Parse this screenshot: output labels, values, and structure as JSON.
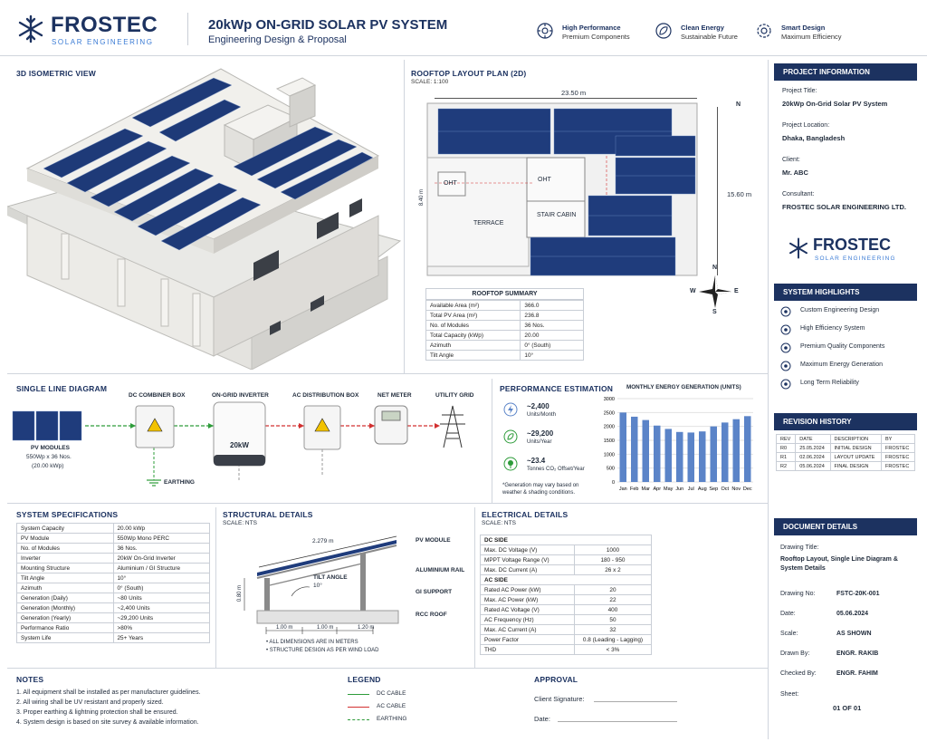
{
  "header": {
    "brand": "FROSTEC",
    "brand_sub": "SOLAR ENGINEERING",
    "title": "20kWp ON-GRID SOLAR PV SYSTEM",
    "subtitle": "Engineering Design & Proposal",
    "features": [
      {
        "icon": "gear-icon",
        "title": "High Performance",
        "sub": "Premium Components"
      },
      {
        "icon": "leaf-icon",
        "title": "Clean Energy",
        "sub": "Sustainable Future"
      },
      {
        "icon": "gear-icon",
        "title": "Smart Design",
        "sub": "Maximum Efficiency"
      }
    ]
  },
  "iso": {
    "title": "3D ISOMETRIC VIEW"
  },
  "layout": {
    "title": "ROOFTOP LAYOUT PLAN (2D)",
    "scale": "SCALE: 1:100",
    "dim_w": "23.50 m",
    "dim_h": "15.60 m",
    "dim_left": "8.40 m",
    "labels": {
      "oht1": "OHT",
      "oht2": "OHT",
      "terrace": "TERRACE",
      "stair": "STAIR CABIN"
    },
    "compass": {
      "n": "N",
      "s": "S",
      "e": "E",
      "w": "W",
      "n2": "N"
    }
  },
  "summary": {
    "title": "ROOFTOP SUMMARY",
    "rows": [
      [
        "Available Area (m²)",
        "366.0"
      ],
      [
        "Total PV Area (m²)",
        "236.8"
      ],
      [
        "No. of Modules",
        "36 Nos."
      ],
      [
        "Total Capacity (kWp)",
        "20.00"
      ],
      [
        "Azimuth",
        "0° (South)"
      ],
      [
        "Tilt Angle",
        "10°"
      ]
    ]
  },
  "sld": {
    "title": "SINGLE LINE DIAGRAM",
    "dc_box": "DC COMBINER BOX",
    "inverter": "ON-GRID INVERTER",
    "inverter_badge": "20kW",
    "ac_box": "AC DISTRIBUTION BOX",
    "meter": "NET METER",
    "grid": "UTILITY GRID",
    "pv_title": "PV MODULES",
    "pv_l1": "550Wp x 36 Nos.",
    "pv_l2": "(20.00 kWp)",
    "earthing": "EARTHING"
  },
  "perf": {
    "title": "PERFORMANCE ESTIMATION",
    "items": [
      {
        "value": "~2,400",
        "unit": "Units/Month"
      },
      {
        "value": "~29,200",
        "unit": "Units/Year"
      },
      {
        "value": "~23.4",
        "unit": "Tonnes CO₂ Offset/Year"
      }
    ],
    "note": "*Generation may vary based on weather & shading conditions."
  },
  "chart_data": {
    "type": "bar",
    "title": "MONTHLY ENERGY GENERATION (UNITS)",
    "categories": [
      "Jan",
      "Feb",
      "Mar",
      "Apr",
      "May",
      "Jun",
      "Jul",
      "Aug",
      "Sep",
      "Oct",
      "Nov",
      "Dec"
    ],
    "values": [
      2500,
      2350,
      2230,
      2030,
      1910,
      1800,
      1780,
      1820,
      2000,
      2140,
      2260,
      2370
    ],
    "ylim": [
      0,
      3000
    ],
    "yticks": [
      "0",
      "500",
      "1000",
      "1500",
      "2000",
      "2500",
      "3000"
    ],
    "color": "#5b84c8"
  },
  "specs": {
    "title": "SYSTEM SPECIFICATIONS",
    "rows": [
      [
        "System Capacity",
        "20.00 kWp"
      ],
      [
        "PV Module",
        "550Wp Mono PERC"
      ],
      [
        "No. of Modules",
        "36 Nos."
      ],
      [
        "Inverter",
        "20kW On-Grid Inverter"
      ],
      [
        "Mounting Structure",
        "Aluminium / GI Structure"
      ],
      [
        "Tilt Angle",
        "10°"
      ],
      [
        "Azimuth",
        "0° (South)"
      ],
      [
        "Generation (Daily)",
        "~80 Units"
      ],
      [
        "Generation (Monthly)",
        "~2,400 Units"
      ],
      [
        "Generation (Yearly)",
        "~29,200 Units"
      ],
      [
        "Performance Ratio",
        ">80%"
      ],
      [
        "System Life",
        "25+ Years"
      ]
    ]
  },
  "structural": {
    "title": "STRUCTURAL DETAILS",
    "scale": "SCALE: NTS",
    "dim_top": "2.279 m",
    "pv_module": "PV MODULE",
    "rail": "ALUMINIUM RAIL",
    "tilt_label": "TILT ANGLE",
    "tilt_val": "10°",
    "height": "0.80 m",
    "gi": "GI SUPPORT",
    "roof": "RCC ROOF",
    "d1": "1.00 m",
    "d2": "1.00 m",
    "d3": "1.20 m",
    "note1": "• ALL DIMENSIONS ARE IN METERS",
    "note2": "• STRUCTURE DESIGN AS PER WIND LOAD"
  },
  "electrical": {
    "title": "ELECTRICAL DETAILS",
    "scale": "SCALE: NTS",
    "dc_title": "DC SIDE",
    "dc_rows": [
      [
        "Max. DC Voltage (V)",
        "1000"
      ],
      [
        "MPPT Voltage Range (V)",
        "180 - 950"
      ],
      [
        "Max. DC Current (A)",
        "26 x 2"
      ]
    ],
    "ac_title": "AC SIDE",
    "ac_rows": [
      [
        "Rated AC Power (kW)",
        "20"
      ],
      [
        "Max. AC Power (kW)",
        "22"
      ],
      [
        "Rated AC Voltage (V)",
        "400"
      ],
      [
        "AC Frequency (Hz)",
        "50"
      ],
      [
        "Max. AC Current (A)",
        "32"
      ],
      [
        "Power Factor",
        "0.8 (Leading - Lagging)"
      ],
      [
        "THD",
        "< 3%"
      ]
    ]
  },
  "notes": {
    "title": "NOTES",
    "items": [
      "1.  All equipment shall be installed as per manufacturer guidelines.",
      "2.  All wiring shall be UV resistant and properly sized.",
      "3.  Proper earthing & lightning protection shall be ensured.",
      "4.  System design is based on site survey & available information."
    ]
  },
  "legend": {
    "title": "LEGEND",
    "dc": "DC CABLE",
    "ac": "AC CABLE",
    "earth": "EARTHING"
  },
  "approval": {
    "title": "APPROVAL",
    "client": "Client Signature:",
    "date": "Date:"
  },
  "project": {
    "head": "PROJECT INFORMATION",
    "fields": [
      {
        "label": "Project Title:",
        "value": "20kWp On-Grid Solar PV System"
      },
      {
        "label": "Project Location:",
        "value": "Dhaka, Bangladesh"
      },
      {
        "label": "Client:",
        "value": "Mr. ABC"
      },
      {
        "label": "Consultant:",
        "value": "FROSTEC SOLAR ENGINEERING LTD."
      }
    ]
  },
  "highlights": {
    "head": "SYSTEM HIGHLIGHTS",
    "items": [
      "Custom Engineering Design",
      "High Efficiency System",
      "Premium Quality Components",
      "Maximum Energy Generation",
      "Long Term Reliability"
    ]
  },
  "revision": {
    "head": "REVISION HISTORY",
    "cols": [
      "REV",
      "DATE",
      "DESCRIPTION",
      "BY"
    ],
    "rows": [
      [
        "R0",
        "25.05.2024",
        "INITIAL DESIGN",
        "FROSTEC"
      ],
      [
        "R1",
        "02.06.2024",
        "LAYOUT UPDATE",
        "FROSTEC"
      ],
      [
        "R2",
        "05.06.2024",
        "FINAL DESIGN",
        "FROSTEC"
      ]
    ]
  },
  "document": {
    "head": "DOCUMENT DETAILS",
    "drawing_title_label": "Drawing Title:",
    "drawing_title": "Rooftop Layout, Single Line Diagram & System Details",
    "rows": [
      [
        "Drawing No:",
        "FSTC-20K-001"
      ],
      [
        "Date:",
        "05.06.2024"
      ],
      [
        "Scale:",
        "AS SHOWN"
      ],
      [
        "Drawn By:",
        "ENGR. RAKIB"
      ],
      [
        "Checked By:",
        "ENGR. FAHIM"
      ]
    ],
    "sheet_label": "Sheet:",
    "sheet": "01 OF 01"
  }
}
